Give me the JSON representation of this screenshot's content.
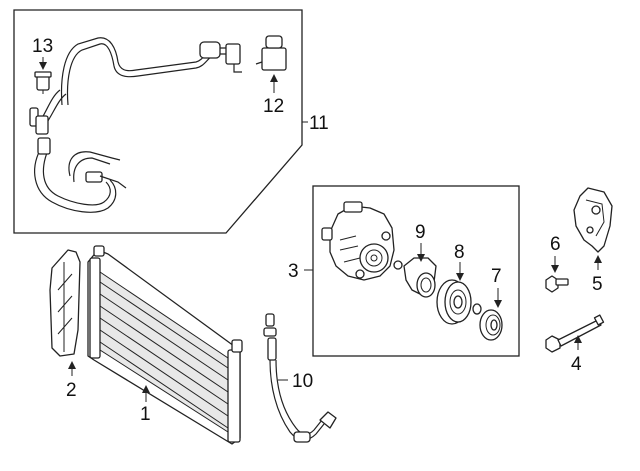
{
  "callouts": {
    "c1": "1",
    "c2": "2",
    "c3": "3",
    "c4": "4",
    "c5": "5",
    "c6": "6",
    "c7": "7",
    "c8": "8",
    "c9": "9",
    "c10": "10",
    "c11": "11",
    "c12": "12",
    "c13": "13"
  },
  "colors": {
    "stroke": "#222222",
    "background": "#ffffff"
  }
}
